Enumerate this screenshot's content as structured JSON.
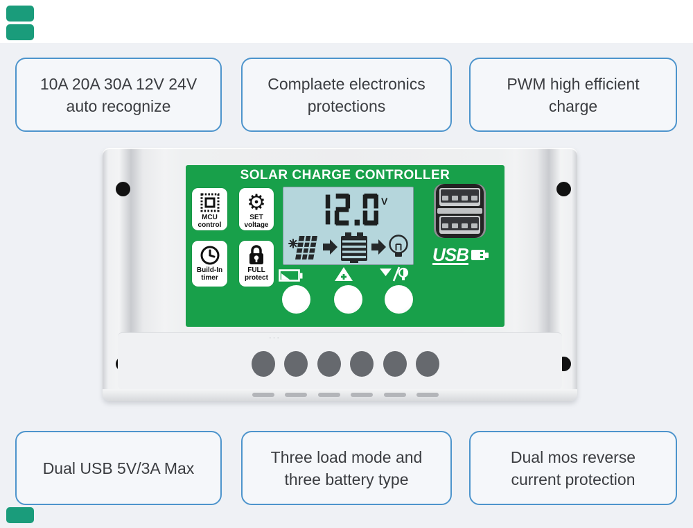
{
  "page": {
    "background": "#eff1f5",
    "top_strip": "#ffffff"
  },
  "accents": {
    "teal": "#1a9c7b",
    "box_border_blue": "#4d94cc",
    "box_text": "#3b3d41"
  },
  "feature_boxes": {
    "top": [
      {
        "id": "amp-auto-recognize",
        "lines": [
          "10A 20A 30A 12V 24V",
          "auto recognize"
        ]
      },
      {
        "id": "electronics-protections",
        "lines": [
          "Complaete electronics",
          "protections"
        ]
      },
      {
        "id": "pwm-charge",
        "lines": [
          "PWM high efficient",
          "charge"
        ]
      }
    ],
    "bottom": [
      {
        "id": "dual-usb",
        "lines": [
          "Dual USB 5V/3A Max"
        ]
      },
      {
        "id": "load-battery",
        "lines": [
          "Three load mode and",
          "three battery type"
        ]
      },
      {
        "id": "reverse-current",
        "lines": [
          "Dual mos reverse",
          "current protection"
        ]
      }
    ]
  },
  "device": {
    "title": "SOLAR CHARGE CONTROLLER",
    "panel_color": "#18a04a",
    "lcd": {
      "voltage": "12.0",
      "unit": "V",
      "background": "#b5d6dc"
    },
    "tiles": [
      {
        "icon": "mcu-chip-icon",
        "line1": "MCU",
        "line2": "control"
      },
      {
        "icon": "gear-icon",
        "line1": "SET",
        "line2": "voltage"
      },
      {
        "icon": "clock-icon",
        "line1": "Build-In",
        "line2": "timer"
      },
      {
        "icon": "padlock-icon",
        "line1": "FULL",
        "line2": "protect"
      }
    ],
    "usb": {
      "logo": "USB",
      "ports": 2
    },
    "buttons": 3
  }
}
